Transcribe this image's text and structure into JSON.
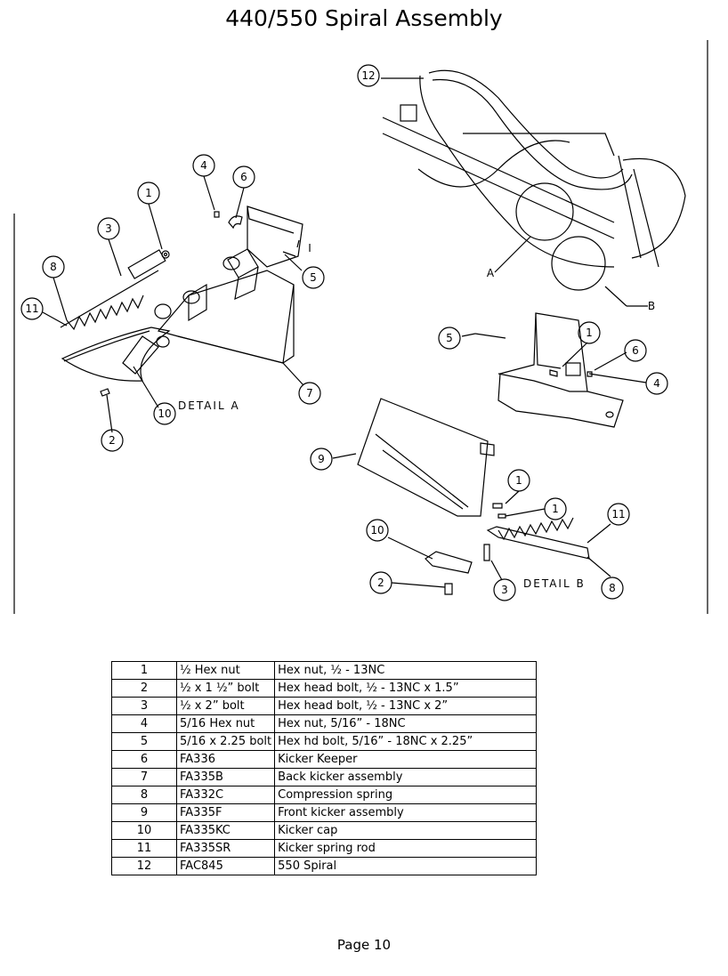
{
  "page": {
    "title": "440/550 Spiral Assembly",
    "footer": "Page 10"
  },
  "diagram": {
    "callouts": [
      "1",
      "2",
      "3",
      "4",
      "5",
      "6",
      "7",
      "8",
      "9",
      "10",
      "11",
      "12",
      "A",
      "B",
      "I"
    ],
    "detail_a": "DETAIL A",
    "detail_b": "DETAIL B"
  },
  "parts": [
    {
      "num": "1",
      "part": "½ Hex nut",
      "desc": "Hex nut, ½ - 13NC"
    },
    {
      "num": "2",
      "part": "½ x 1 ½” bolt",
      "desc": "Hex head bolt, ½ - 13NC x 1.5”"
    },
    {
      "num": "3",
      "part": "½ x 2” bolt",
      "desc": "Hex head bolt, ½ - 13NC x  2”"
    },
    {
      "num": "4",
      "part": "5/16 Hex nut",
      "desc": "Hex nut, 5/16” - 18NC"
    },
    {
      "num": "5",
      "part": "5/16 x 2.25 bolt",
      "desc": "Hex hd bolt, 5/16” - 18NC x 2.25”"
    },
    {
      "num": "6",
      "part": "FA336",
      "desc": "Kicker Keeper"
    },
    {
      "num": "7",
      "part": "FA335B",
      "desc": "Back kicker assembly"
    },
    {
      "num": "8",
      "part": "FA332C",
      "desc": "Compression spring"
    },
    {
      "num": "9",
      "part": "FA335F",
      "desc": "Front kicker assembly"
    },
    {
      "num": "10",
      "part": "FA335KC",
      "desc": "Kicker cap"
    },
    {
      "num": "11",
      "part": "FA335SR",
      "desc": "Kicker spring rod"
    },
    {
      "num": "12",
      "part": "FAC845",
      "desc": "550 Spiral"
    }
  ]
}
